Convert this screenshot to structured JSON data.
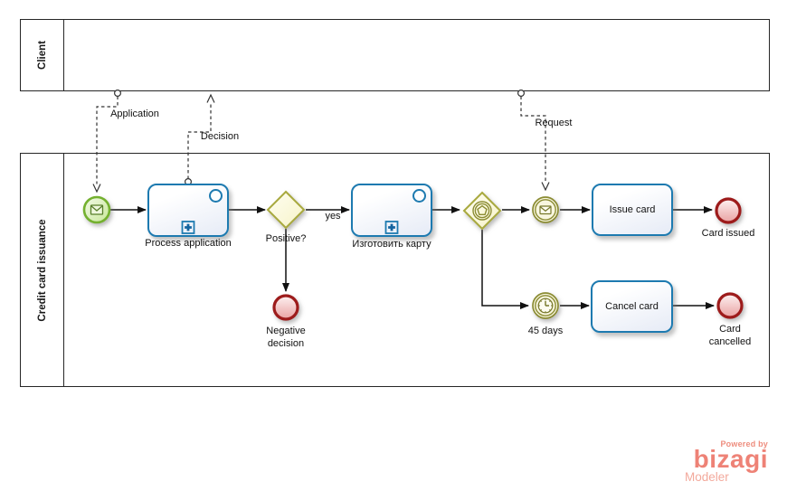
{
  "pools": {
    "client": {
      "label": "Client"
    },
    "credit": {
      "label": "Credit card issuance"
    }
  },
  "nodes": {
    "process_application": {
      "label": "Process application"
    },
    "positive_gateway": {
      "label": "Positive?"
    },
    "make_card": {
      "label": "Изготовить карту"
    },
    "negative_end": {
      "label": "Negative decision"
    },
    "issue_card": {
      "label": "Issue card"
    },
    "card_issued_end": {
      "label": "Card issued"
    },
    "timer_event": {
      "label": "45 days"
    },
    "cancel_card": {
      "label": "Cancel card"
    },
    "card_cancelled_end": {
      "label": "Card cancelled"
    }
  },
  "edges": {
    "yes": {
      "label": "yes"
    }
  },
  "message_flows": {
    "application": {
      "label": "Application"
    },
    "decision": {
      "label": "Decision"
    },
    "request": {
      "label": "Request"
    }
  },
  "logo": {
    "powered_by": "Powered by",
    "brand": "bizagi",
    "product": "Modeler"
  },
  "colors": {
    "task_border": "#1d7ab0",
    "gateway_border": "#a8a93e",
    "intermediate_event": "#8b8c33",
    "start_event_green": "#74b12f",
    "end_event_red": "#9d1b1b",
    "logo_coral": "#ee8276"
  }
}
